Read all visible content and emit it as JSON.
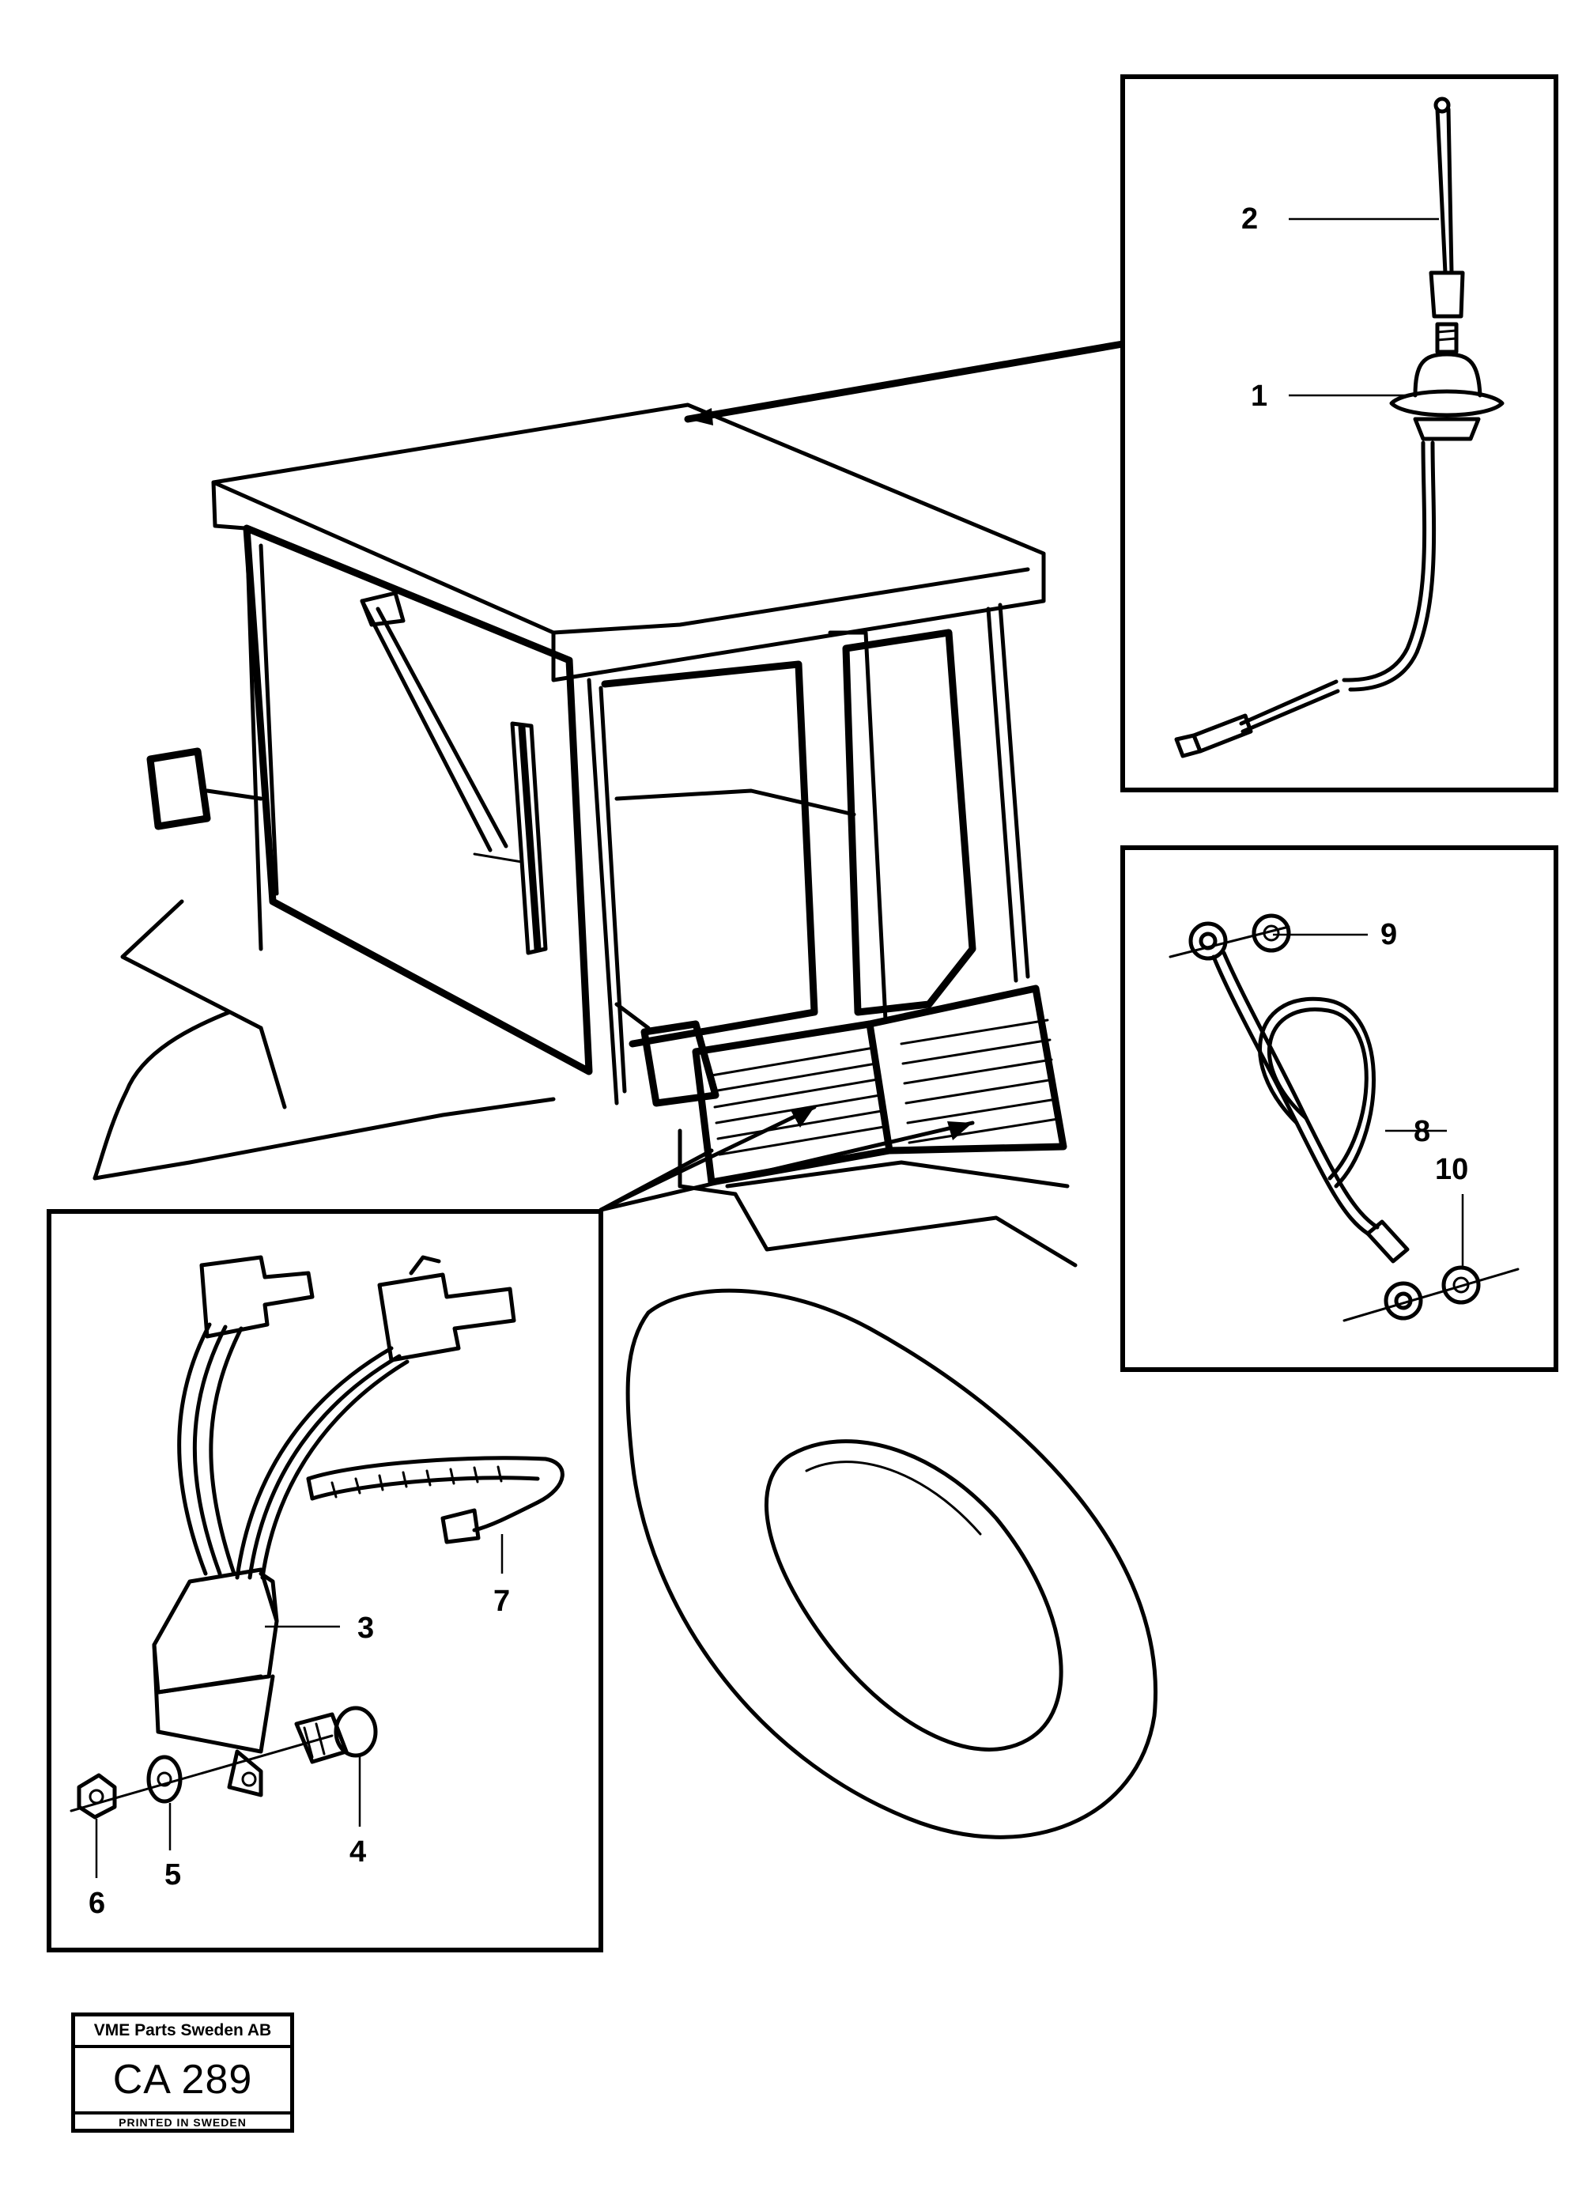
{
  "callouts": {
    "c1": "1",
    "c2": "2",
    "c3": "3",
    "c4": "4",
    "c5": "5",
    "c6": "6",
    "c7": "7",
    "c8": "8",
    "c9": "9",
    "c10": "10"
  },
  "stamp": {
    "company": "VME Parts Sweden AB",
    "code": "CA 289",
    "printed": "PRINTED IN SWEDEN"
  }
}
